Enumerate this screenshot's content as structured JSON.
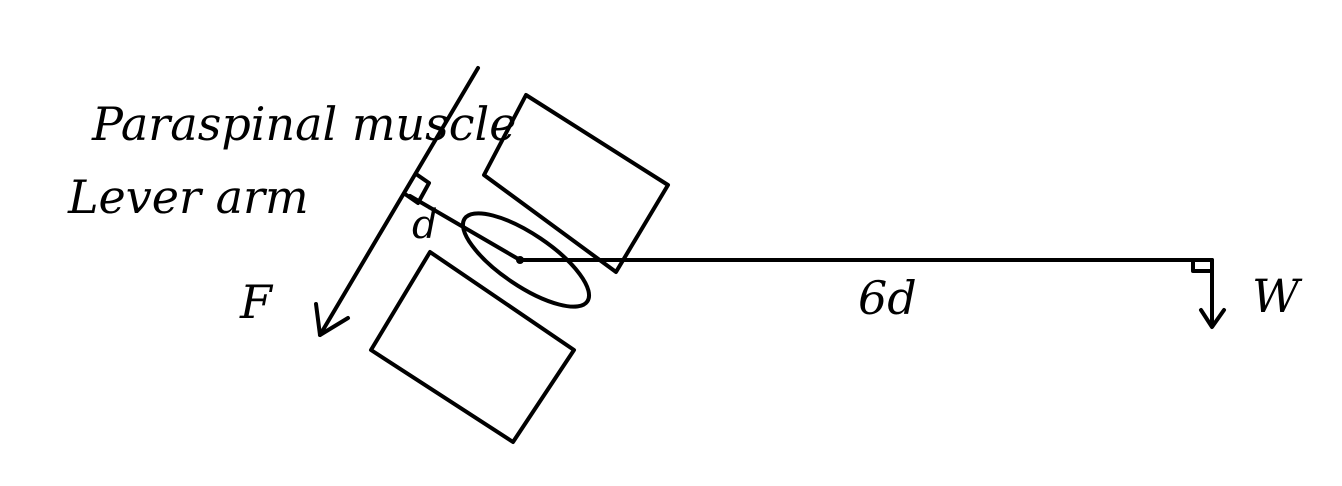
{
  "labels": {
    "paraspinal_muscle": "Paraspinal muscle",
    "lever_arm": "Lever arm",
    "short_arm": "d",
    "long_arm": "6d",
    "force": "F",
    "weight": "W"
  },
  "colors": {
    "ink": "#000000",
    "background": "#ffffff"
  }
}
